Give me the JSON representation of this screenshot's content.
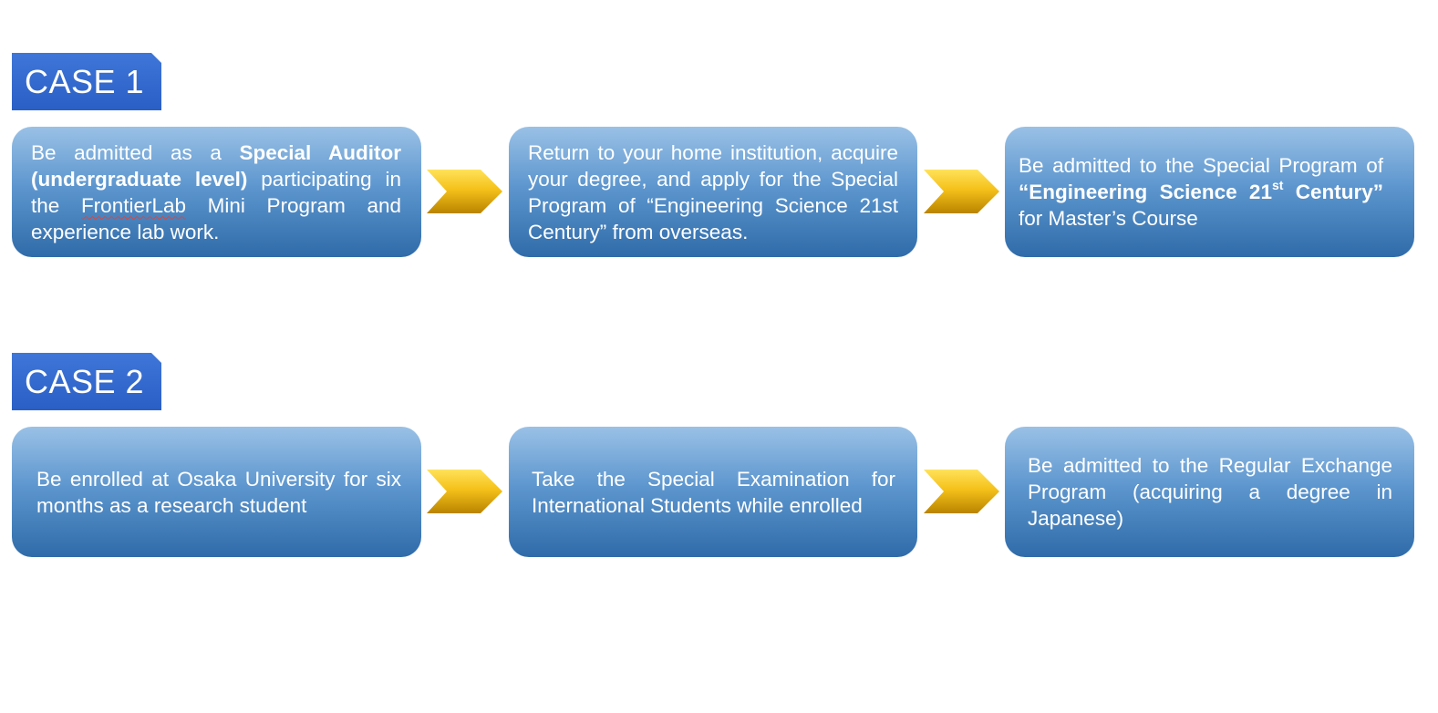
{
  "case1": {
    "label": "CASE 1",
    "steps": [
      {
        "t1": "Be admitted as a ",
        "b1": "Special Auditor (undergraduate level)",
        "t2": " participating in the ",
        "u1": "FrontierLab",
        "t3": " Mini Program and experience lab work."
      },
      {
        "t1": "Return to your home institution, acquire your degree, and apply for the Special Program of “Engineering Science 21st Century” from overseas."
      },
      {
        "t1": "Be admitted to the Special Program of ",
        "b1": "“Engineering Science 21",
        "sup": "st",
        "b2": " Century”",
        "t2": " for Master’s Course"
      }
    ]
  },
  "case2": {
    "label": "CASE 2",
    "steps": [
      {
        "t1": "Be enrolled at Osaka University for six months as a research student"
      },
      {
        "t1": "Take the Special Examination for International Students while enrolled"
      },
      {
        "t1": "Be admitted to the Regular Exchange Program (acquiring a degree in Japanese)"
      }
    ]
  },
  "icons": {
    "arrow": "chevron-right-icon"
  },
  "colors": {
    "label_bg": "#3166cc",
    "box_top": "#9ac1e6",
    "box_bottom": "#2f6ba9",
    "arrow_top": "#ffd84a",
    "arrow_bottom": "#c08a00",
    "text": "#ffffff"
  }
}
